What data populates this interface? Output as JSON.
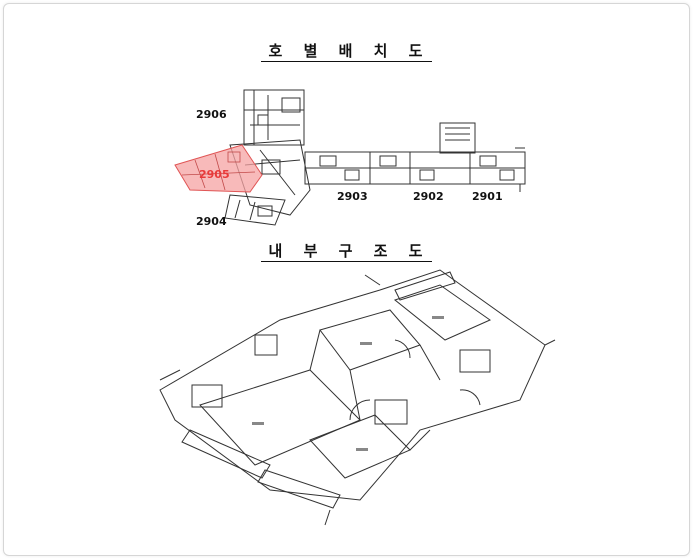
{
  "page": {
    "layout_title": "호 별 배 치 도",
    "structure_title": "내 부 구 조 도"
  },
  "units": {
    "u2906": "2906",
    "u2905": "2905",
    "u2904": "2904",
    "u2903": "2903",
    "u2902": "2902",
    "u2901": "2901"
  },
  "colors": {
    "highlight": "#f08080",
    "highlight_text": "#e83a3a",
    "line": "#333333"
  }
}
